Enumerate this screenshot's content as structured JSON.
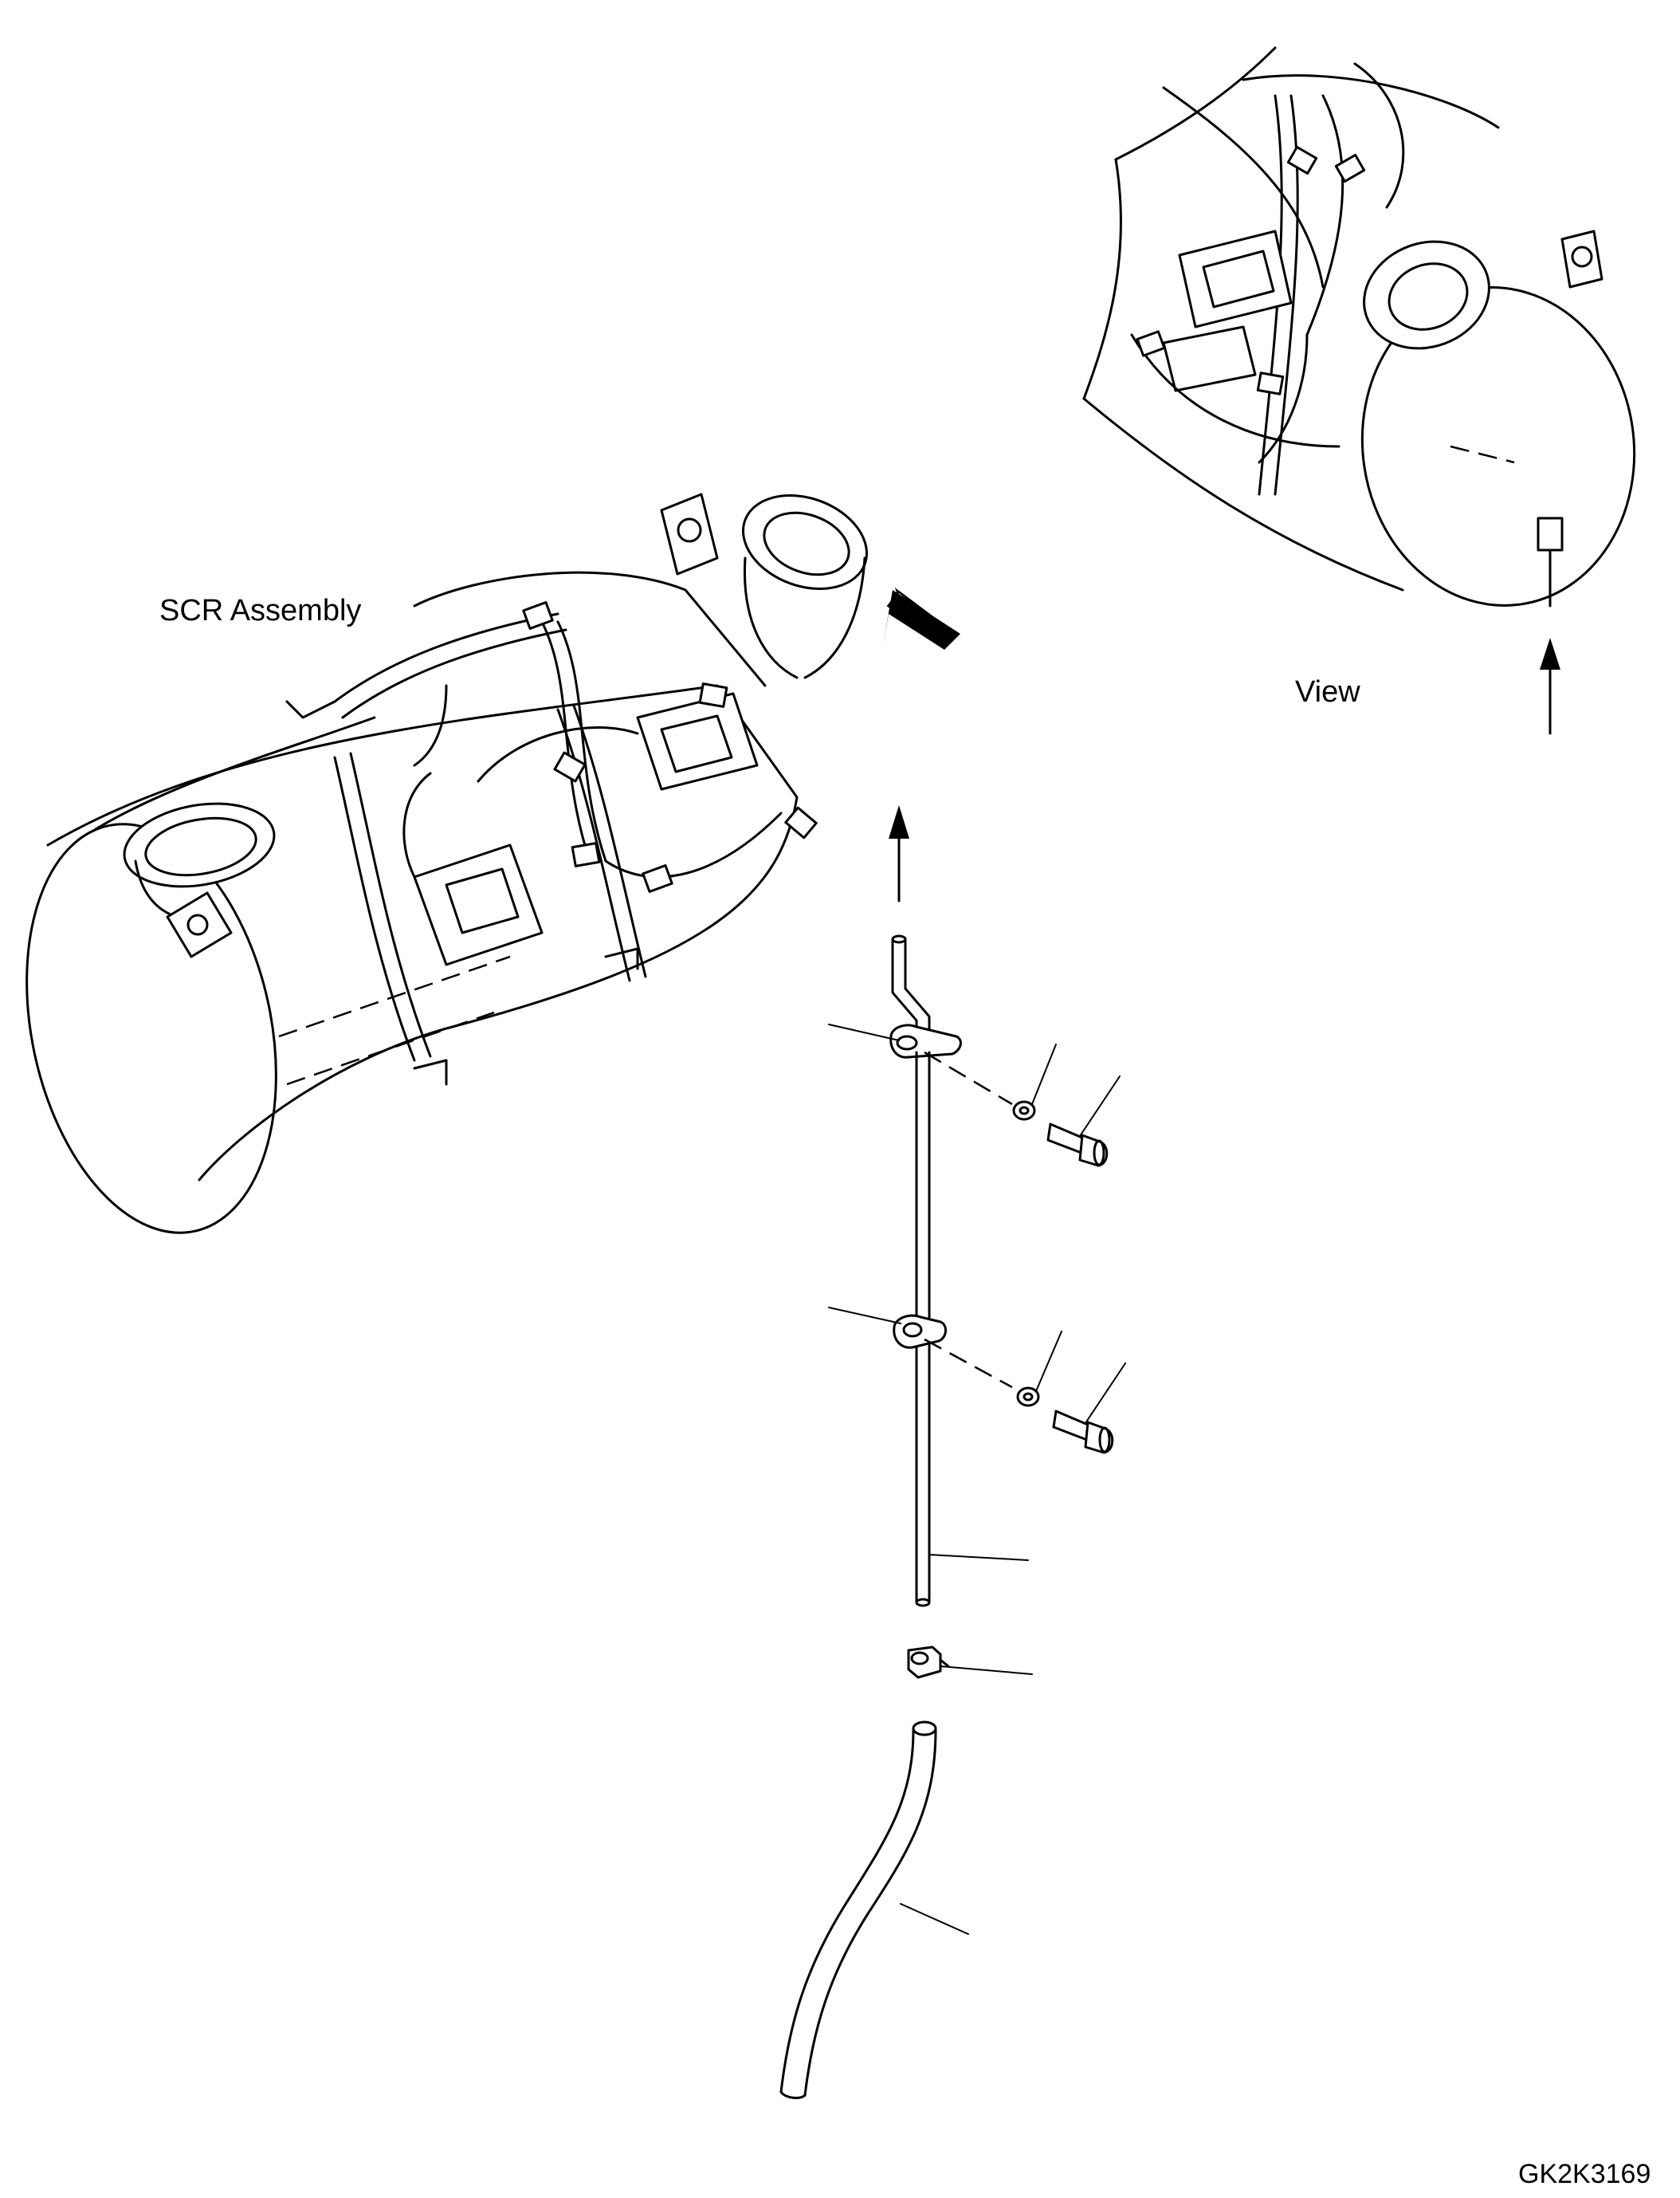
{
  "labels": {
    "scr_assembly": "SCR Assembly",
    "view": "View",
    "drawing_number": "GK2K3169"
  }
}
